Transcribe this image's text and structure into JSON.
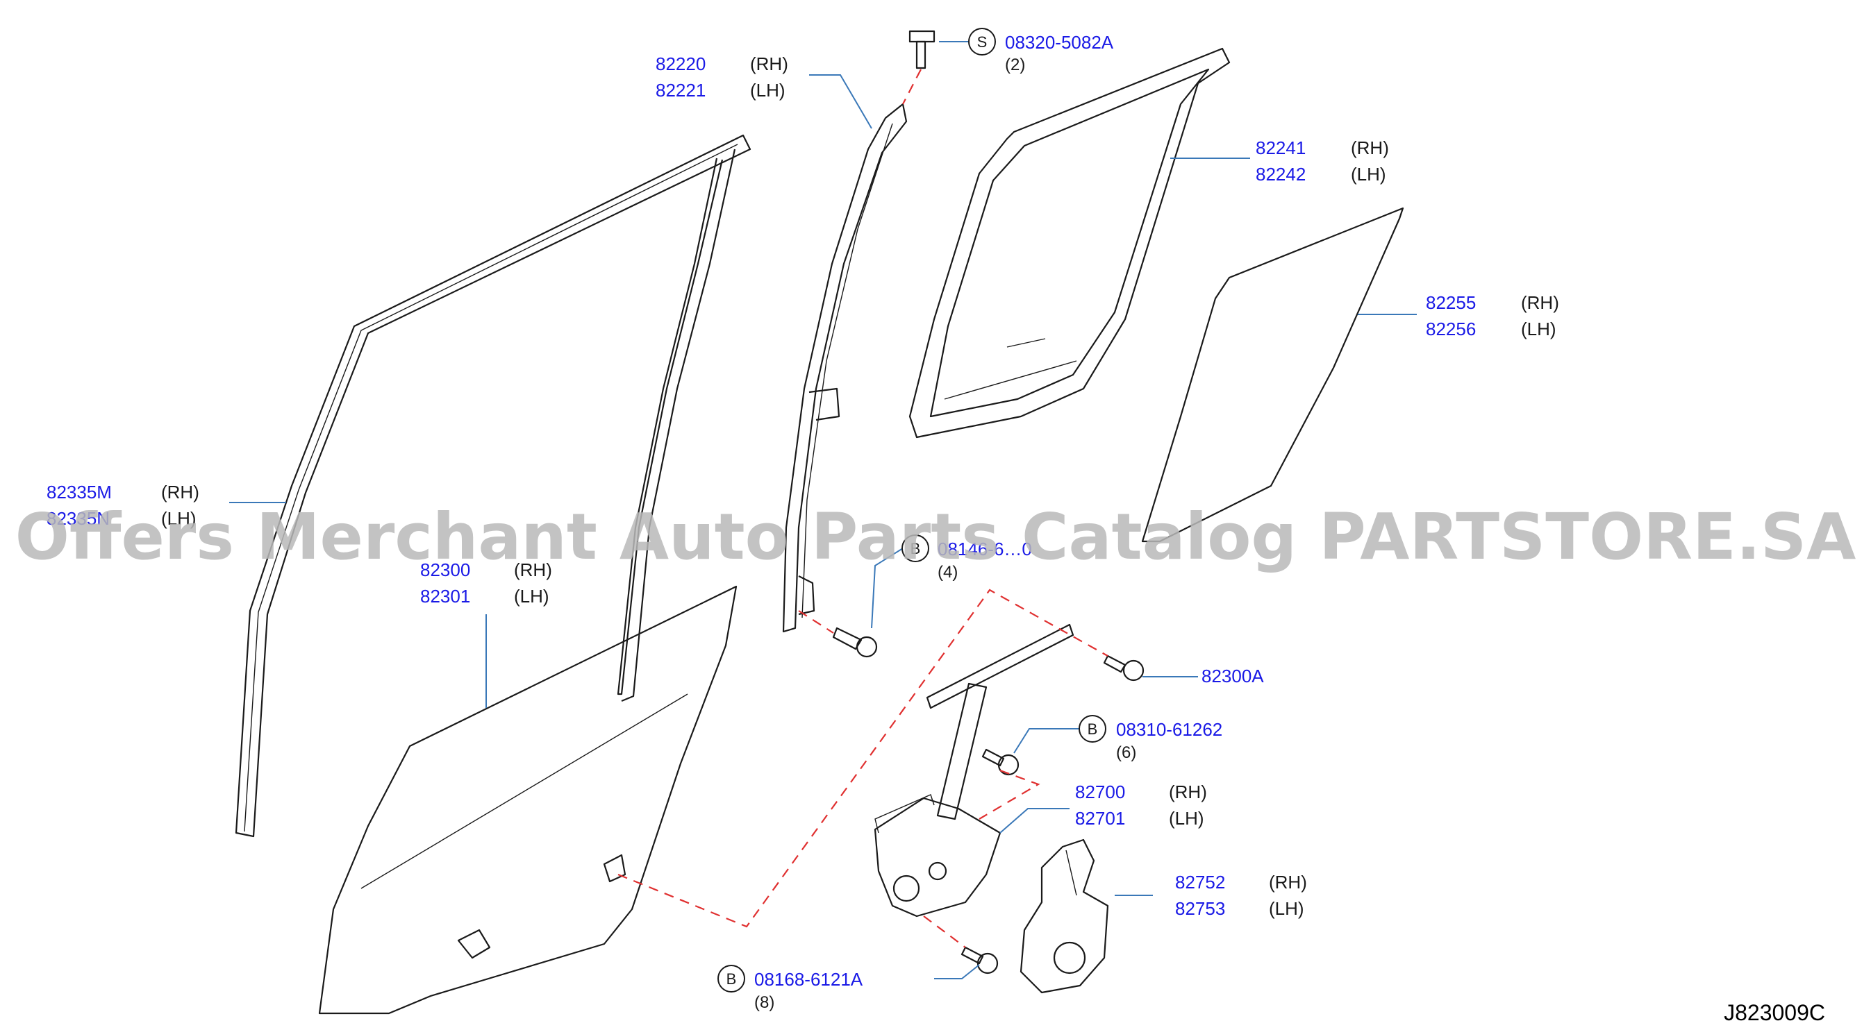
{
  "labels": {
    "l82220": "82220",
    "l82220_side": "(RH)",
    "l82221": "82221",
    "l82221_side": "(LH)",
    "l08320": "08320-5082A",
    "l08320_qty": "(2)",
    "l08320_code": "S",
    "l82241": "82241",
    "l82241_side": "(RH)",
    "l82242": "82242",
    "l82242_side": "(LH)",
    "l82255": "82255",
    "l82255_side": "(RH)",
    "l82256": "82256",
    "l82256_side": "(LH)",
    "l82335a": "82335M",
    "l82335a_side": "(RH)",
    "l82335b": "82335N",
    "l82335b_side": "(LH)",
    "l82300": "82300",
    "l82300_side": "(RH)",
    "l82301": "82301",
    "l82301_side": "(LH)",
    "l08146": "08146-6…0",
    "l08146_qty": "(4)",
    "l08146_code": "B",
    "l82300A": "82300A",
    "l08310": "08310-61262",
    "l08310_qty": "(6)",
    "l08310_code": "B",
    "l82700": "82700",
    "l82700_side": "(RH)",
    "l82701": "82701",
    "l82701_side": "(LH)",
    "l82752": "82752",
    "l82752_side": "(RH)",
    "l82753": "82753",
    "l82753_side": "(LH)",
    "l08168": "08168-6121A",
    "l08168_qty": "(8)",
    "l08168_code": "B",
    "ref_code": "J823009C"
  },
  "watermark": "Offers Merchant Auto Parts Catalog PARTSTORE.SA",
  "colors": {
    "part_number": "#1a1ae6",
    "leader": "#3a78b8",
    "dash": "#e03030"
  }
}
